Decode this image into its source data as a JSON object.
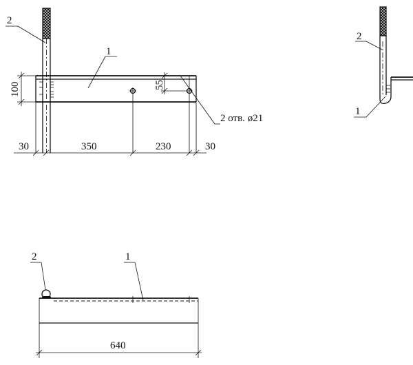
{
  "labels": {
    "part_1": "1",
    "part_2": "2"
  },
  "dimensions": {
    "height_100": "100",
    "offset_55": "55",
    "left_30": "30",
    "span_350": "350",
    "span_230": "230",
    "right_30": "30",
    "length_640": "640"
  },
  "notes": {
    "holes": "2 отв. ø21"
  },
  "colors": {
    "ink": "#111111",
    "paper": "#ffffff"
  }
}
